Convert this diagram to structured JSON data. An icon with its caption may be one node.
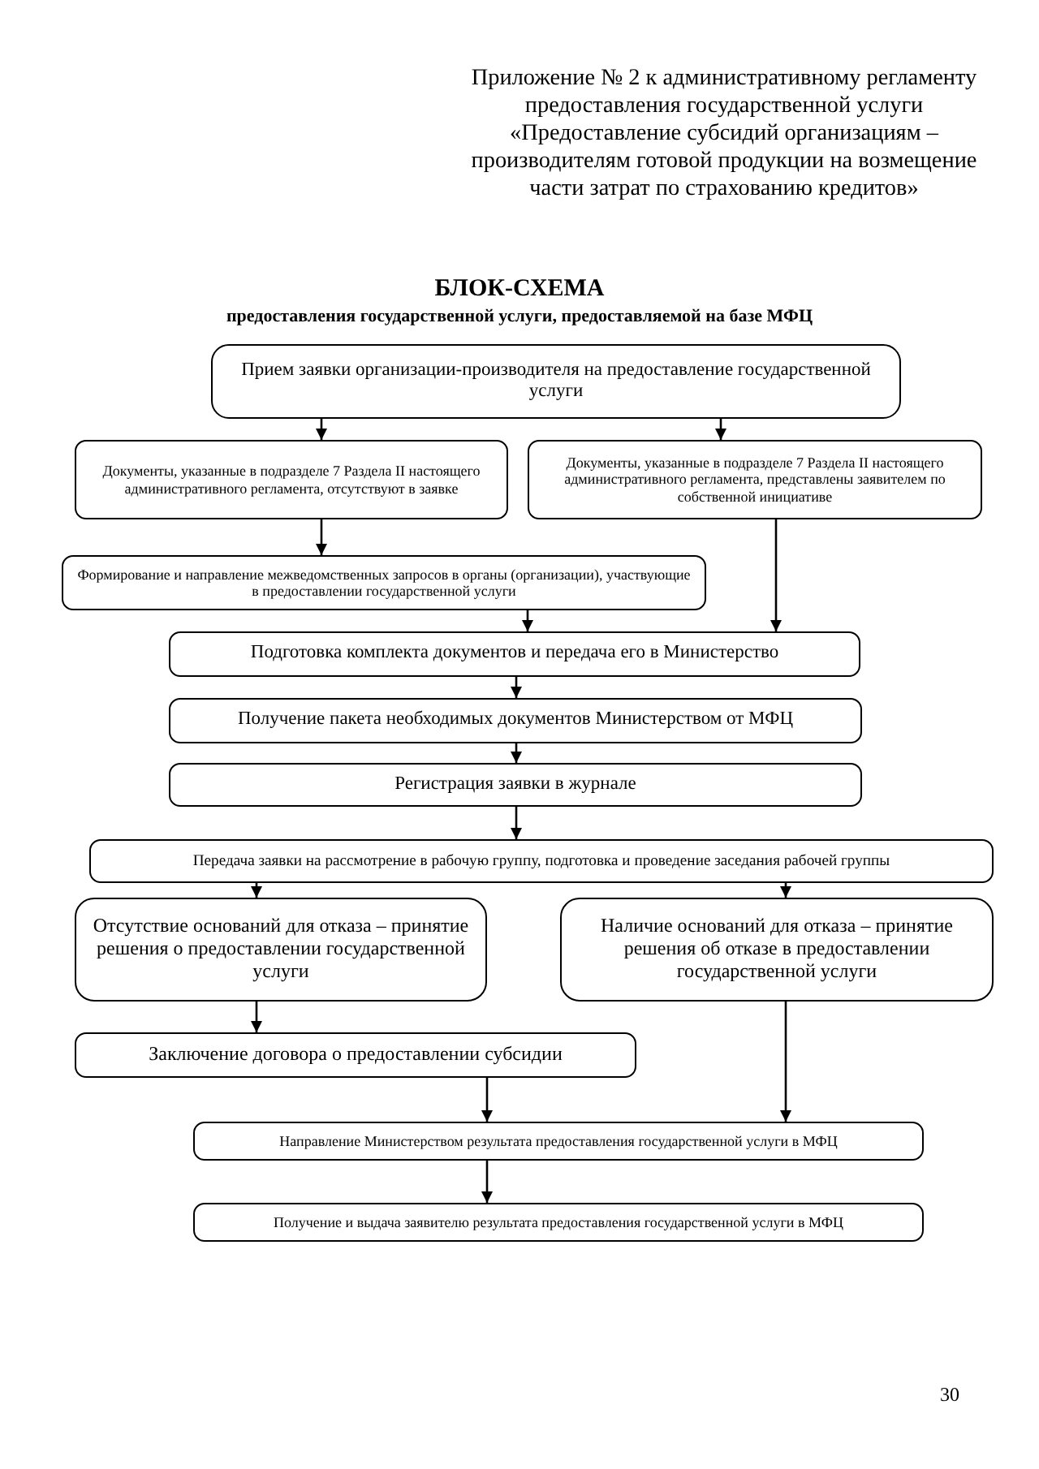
{
  "diagram": {
    "title": "БЛОК-СХЕМА",
    "nodes": [
      {
        "text": [
          "Прием заявки организации-производителя на предоставление государственной услуги"
        ]
      },
      {
        "text": [
          "Документы, указанные в подразделе 7 Раздела II настоящего административного регламента, отсутствуют в заявке"
        ]
      },
      {
        "text": [
          "Документы, указанные в подразделе 7 Раздела II настоящего административного регламента, представлены заявителем по собственной инициативе"
        ]
      },
      {
        "text": [
          "Формирование и направление межведомственных запросов в органы (организации), участвующие в предоставлении государственной услуги"
        ]
      },
      {
        "text": [
          "Подготовка комплекта документов и передача его в Министерство"
        ]
      },
      {
        "text": [
          "Получение пакета необходимых документов Министерством от МФЦ"
        ]
      },
      {
        "text": [
          "Регистрация заявки в журнале"
        ]
      },
      {
        "text": [
          "Передача заявки на рассмотрение в рабочую группу, подготовка и проведение заседания рабочей группы"
        ]
      },
      {
        "text": [
          "Отсутствие оснований для отказа – принятие решения о предоставлении государственной услуги"
        ]
      },
      {
        "text": [
          "Наличие оснований для отказа – принятие решения об отказе в предоставлении государственной услуги"
        ]
      },
      {
        "text": [
          "Заключение договора о предоставлении субсидии"
        ]
      },
      {
        "text": [
          "Направление  Министерством результата предоставления государственной услуги в МФЦ"
        ]
      },
      {
        "text": [
          "Получение и выдача заявителю результата предоставления государственной услуги в МФЦ"
        ]
      }
    ],
    "edges": [
      {
        "from": 0,
        "to": 1,
        "arrow": "to"
      },
      {
        "from": 0,
        "to": 2,
        "arrow": "to"
      },
      {
        "from": 1,
        "to": 3,
        "arrow": "to"
      },
      {
        "from": 3,
        "to": 4,
        "arrow": "to"
      },
      {
        "from": 2,
        "to": 4,
        "arrow": "to"
      },
      {
        "from": 4,
        "to": 5,
        "arrow": "to"
      },
      {
        "from": 5,
        "to": 6,
        "arrow": "to"
      },
      {
        "from": 6,
        "to": 7,
        "arrow": "to"
      },
      {
        "from": 7,
        "to": 8,
        "arrow": "to"
      },
      {
        "from": 7,
        "to": 9,
        "arrow": "to"
      },
      {
        "from": 8,
        "to": 10,
        "arrow": "to"
      },
      {
        "from": 10,
        "to": 11,
        "arrow": "to"
      },
      {
        "from": 9,
        "to": 11,
        "arrow": "to"
      },
      {
        "from": 11,
        "to": 12,
        "arrow": "to"
      }
    ],
    "labels": [
      "Приложение № 2 к административному регламенту предоставления государственной услуги «Предоставление субсидий организациям – производителям готовой продукции на возмещение части затрат по страхованию кредитов»",
      "предоставления государственной услуги, предоставляемой на базе МФЦ",
      "30"
    ]
  }
}
